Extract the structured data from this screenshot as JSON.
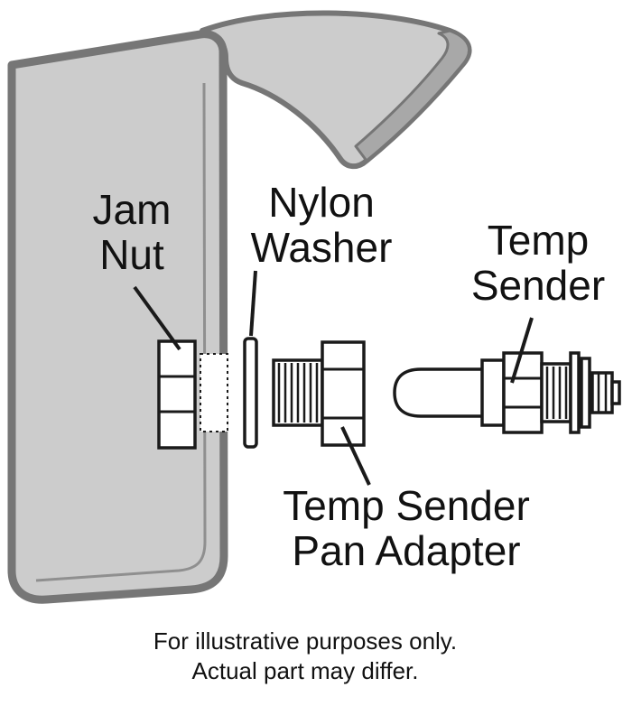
{
  "diagram": {
    "labels": {
      "jam_nut": {
        "line1": "Jam",
        "line2": "Nut"
      },
      "nylon_washer": {
        "line1": "Nylon",
        "line2": "Washer"
      },
      "temp_sender": {
        "line1": "Temp",
        "line2": "Sender"
      },
      "pan_adapter": {
        "line1": "Temp Sender",
        "line2": "Pan Adapter"
      }
    },
    "caption": {
      "line1": "For illustrative purposes only.",
      "line2": "Actual part may differ."
    },
    "colors": {
      "background": "#ffffff",
      "pan_fill": "#cccccc",
      "pan_outline": "#767676",
      "flange_edge": "#a8a8a8",
      "part_fill": "#ffffff",
      "part_stroke": "#1a1a1a",
      "text": "#111111",
      "inner_line": "#8f8f8f"
    }
  }
}
